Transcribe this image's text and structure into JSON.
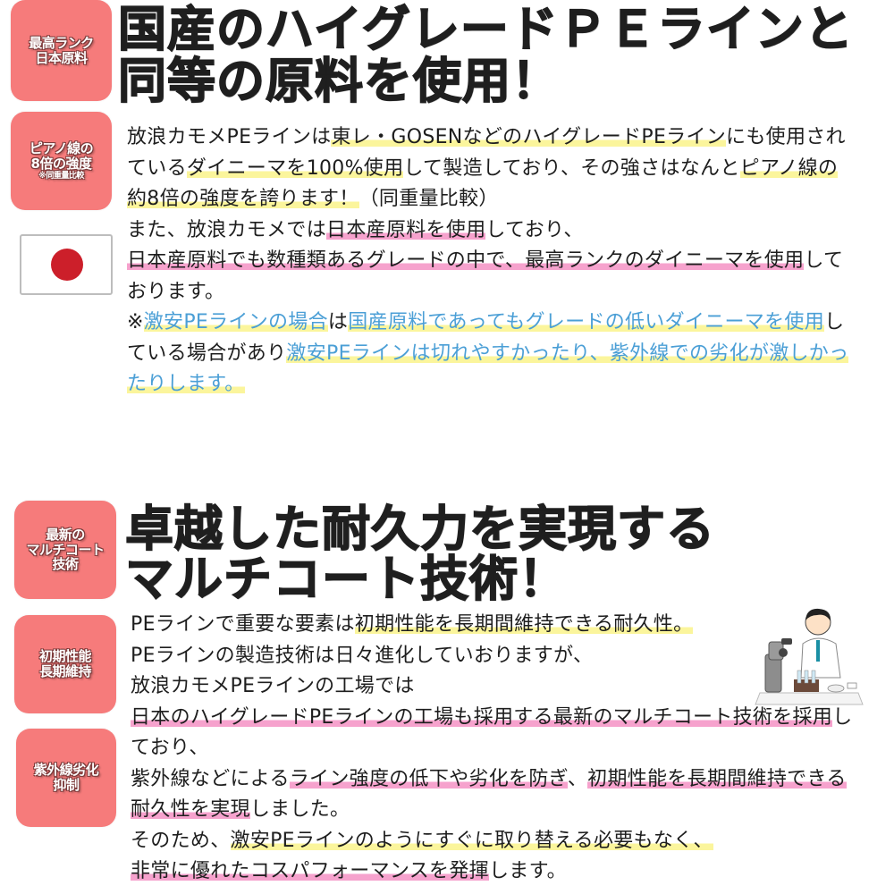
{
  "section1": {
    "badges": [
      {
        "lines": [
          "最高ランク",
          "日本原料"
        ],
        "note": ""
      },
      {
        "lines": [
          "ピアノ線の",
          "8倍の強度"
        ],
        "note": "※同重量比較"
      }
    ],
    "flag_icon": "japan-flag-icon",
    "headline": [
      "国産のハイグレードＰＥラインと",
      "同等の原料を使用！"
    ],
    "paragraph": [
      [
        {
          "t": "放浪カモメPEラインは"
        },
        {
          "t": "東レ・GOSENなどのハイグレードPEライン",
          "hl": "y"
        },
        {
          "t": "にも使用され"
        }
      ],
      [
        {
          "t": "ている"
        },
        {
          "t": "ダイニーマを100%使用",
          "hl": "y"
        },
        {
          "t": "して製造しており、その強さはなんと"
        },
        {
          "t": "ピアノ線の",
          "hl": "y"
        }
      ],
      [
        {
          "t": "約8倍の強度を誇ります！",
          "hl": "y"
        },
        {
          "t": "（同重量比較）"
        }
      ],
      [
        {
          "t": "また、放浪カモメでは"
        },
        {
          "t": "日本産原料を使用",
          "hl": "p"
        },
        {
          "t": "しており、"
        }
      ],
      [
        {
          "t": "日本産原料でも数種類あるグレードの中で、最高ランクのダイニーマを使用",
          "hl": "p"
        },
        {
          "t": "して"
        }
      ],
      [
        {
          "t": "おります。"
        }
      ],
      [
        {
          "t": "※"
        },
        {
          "t": "激安PEラインの場合",
          "hl": "y",
          "c": "blue"
        },
        {
          "t": "は"
        },
        {
          "t": "国産原料であってもグレードの低いダイニーマを使用",
          "hl": "y",
          "c": "blue"
        },
        {
          "t": "し"
        }
      ],
      [
        {
          "t": "ている場合があり"
        },
        {
          "t": "激安PEラインは切れやすかったり、紫外線での劣化が激しかっ",
          "hl": "y",
          "c": "blue"
        }
      ],
      [
        {
          "t": "たりします。",
          "hl": "y",
          "c": "blue"
        }
      ]
    ]
  },
  "section2": {
    "badges": [
      {
        "lines": [
          "最新の",
          "マルチコート",
          "技術"
        ],
        "note": ""
      },
      {
        "lines": [
          "初期性能",
          "長期維持"
        ],
        "note": ""
      },
      {
        "lines": [
          "紫外線劣化",
          "抑制"
        ],
        "note": ""
      }
    ],
    "illustration": "scientist-with-microscope-icon",
    "headline": [
      "卓越した耐久力を実現する",
      "マルチコート技術！"
    ],
    "paragraph": [
      [
        {
          "t": "PEラインで重要な要素は"
        },
        {
          "t": "初期性能を長期間維持できる耐久性。",
          "hl": "y"
        }
      ],
      [
        {
          "t": "PEラインの製造技術は日々進化していおりますが、"
        }
      ],
      [
        {
          "t": "放浪カモメPEラインの工場では"
        }
      ],
      [
        {
          "t": "日本のハイグレードPEラインの工場も採用する最新のマルチコート技術を採用",
          "hl": "p"
        },
        {
          "t": "し"
        }
      ],
      [
        {
          "t": "ており、"
        }
      ],
      [
        {
          "t": "紫外線などによる"
        },
        {
          "t": "ライン強度の低下や劣化を防ぎ",
          "hl": "p"
        },
        {
          "t": "、"
        },
        {
          "t": "初期性能を長期間維持できる",
          "hl": "p"
        }
      ],
      [
        {
          "t": "耐久性を実現",
          "hl": "p"
        },
        {
          "t": "しました。"
        }
      ],
      [
        {
          "t": "そのため、"
        },
        {
          "t": "激安PEラインのようにすぐに取り替える必要もなく、",
          "hl": "y"
        }
      ],
      [
        {
          "t": "非常に優れたコスパフォーマンスを発揮",
          "hl": "p"
        },
        {
          "t": "します。"
        }
      ]
    ]
  },
  "colors": {
    "badge": "#f67b7b",
    "highlight_yellow": "#fbf59c",
    "highlight_pink": "#f6a2cd",
    "link_blue": "#4b9fd6",
    "flag_red": "#cc1f2a"
  }
}
